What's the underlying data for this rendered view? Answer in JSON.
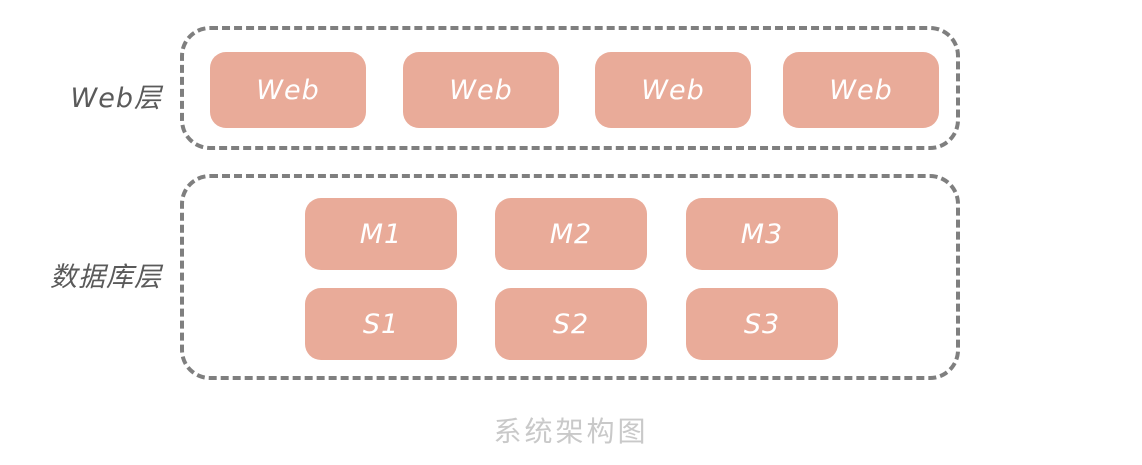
{
  "diagram": {
    "caption": "系统架构图",
    "colors": {
      "node_fill": "#e9ab99",
      "node_text": "#ffffff",
      "container_border": "#7f7f7f",
      "tier_label_text": "#5a5a5a",
      "caption_text": "#c9c9c9",
      "background": "#ffffff"
    },
    "tiers": [
      {
        "id": "web-tier",
        "label": "Web层",
        "rows": [
          {
            "id": "web-row",
            "nodes": [
              {
                "label": "Web"
              },
              {
                "label": "Web"
              },
              {
                "label": "Web"
              },
              {
                "label": "Web"
              }
            ]
          }
        ]
      },
      {
        "id": "db-tier",
        "label": "数据库层",
        "rows": [
          {
            "id": "master-row",
            "nodes": [
              {
                "label": "M1"
              },
              {
                "label": "M2"
              },
              {
                "label": "M3"
              }
            ]
          },
          {
            "id": "slave-row",
            "nodes": [
              {
                "label": "S1"
              },
              {
                "label": "S2"
              },
              {
                "label": "S3"
              }
            ]
          }
        ]
      }
    ]
  }
}
